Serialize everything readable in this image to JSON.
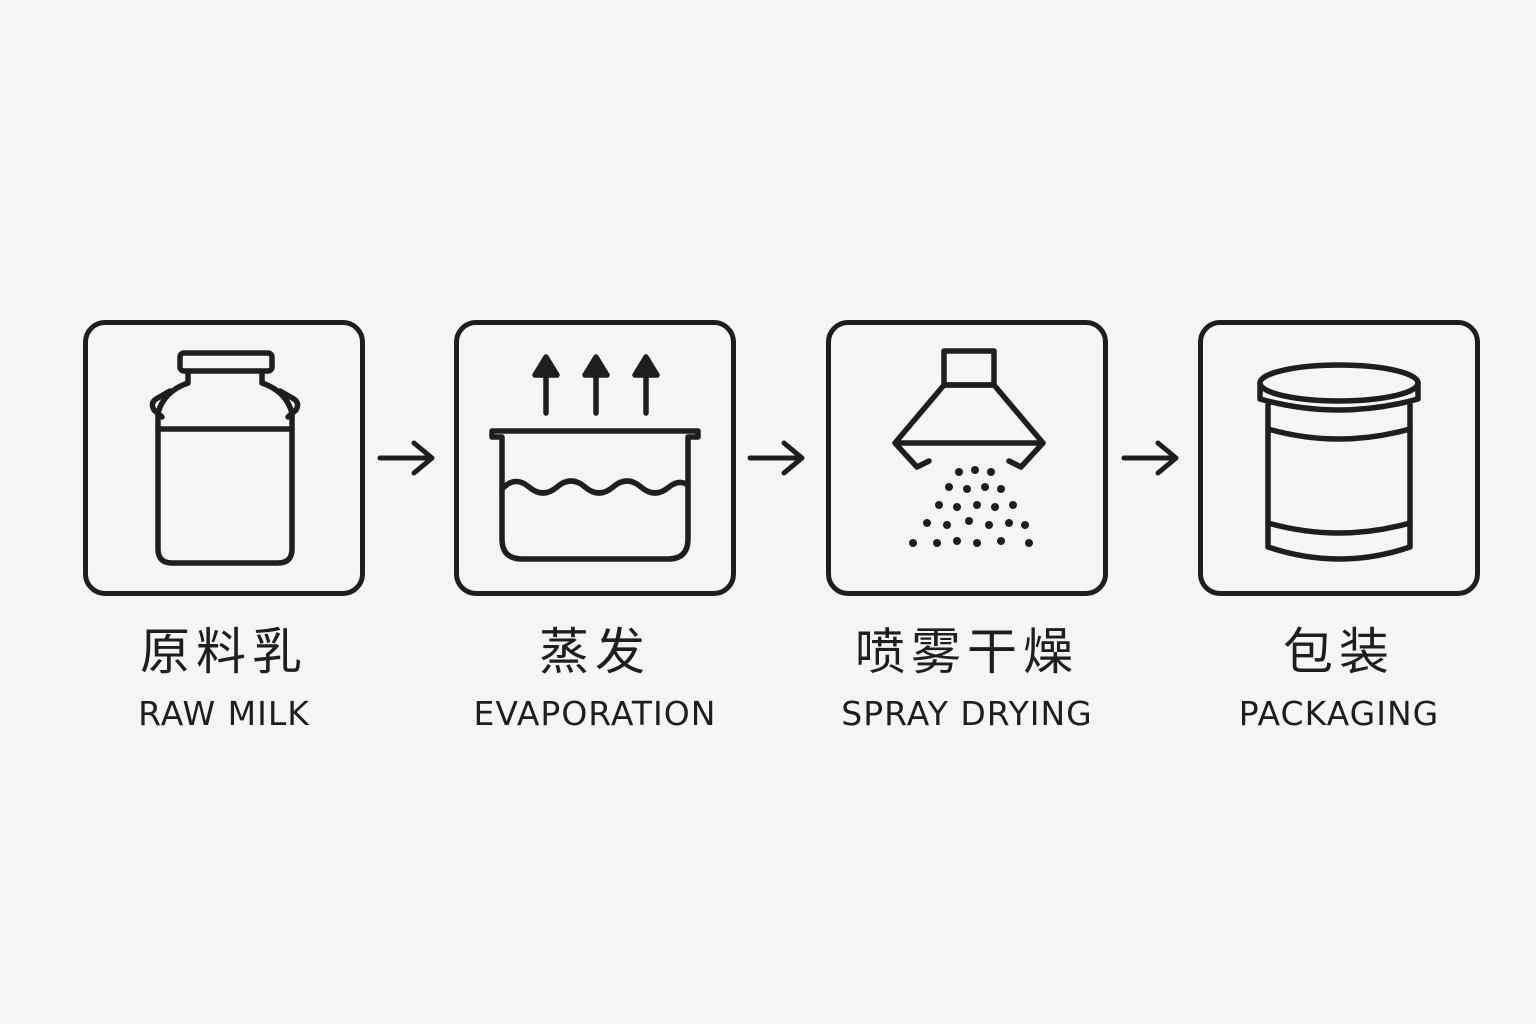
{
  "steps": [
    {
      "label_zh": "原料乳",
      "label_en": "RAW MILK",
      "icon": "milk-can-icon"
    },
    {
      "label_zh": "蒸发",
      "label_en": "EVAPORATION",
      "icon": "evaporation-pot-icon"
    },
    {
      "label_zh": "喷雾干燥",
      "label_en": "SPRAY DRYING",
      "icon": "spray-nozzle-icon"
    },
    {
      "label_zh": "包装",
      "label_en": "PACKAGING",
      "icon": "can-icon"
    }
  ],
  "colors": {
    "background": "#f5f5f3",
    "stroke": "#1e1e1e"
  }
}
